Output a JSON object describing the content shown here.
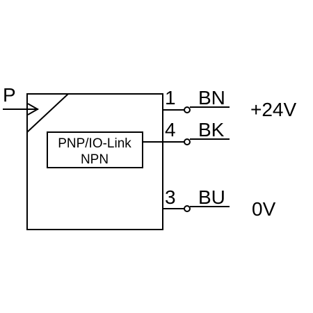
{
  "input": {
    "label": "P"
  },
  "inner_box": {
    "line1": "PNP/IO-Link",
    "line2": "NPN"
  },
  "terminals": [
    {
      "pin": "1",
      "wire": "BN"
    },
    {
      "pin": "4",
      "wire": "BK"
    },
    {
      "pin": "3",
      "wire": "BU"
    }
  ],
  "supply": {
    "positive": "+24V",
    "ground": "0V"
  },
  "colors": {
    "line": "#000000",
    "background": "#ffffff"
  }
}
